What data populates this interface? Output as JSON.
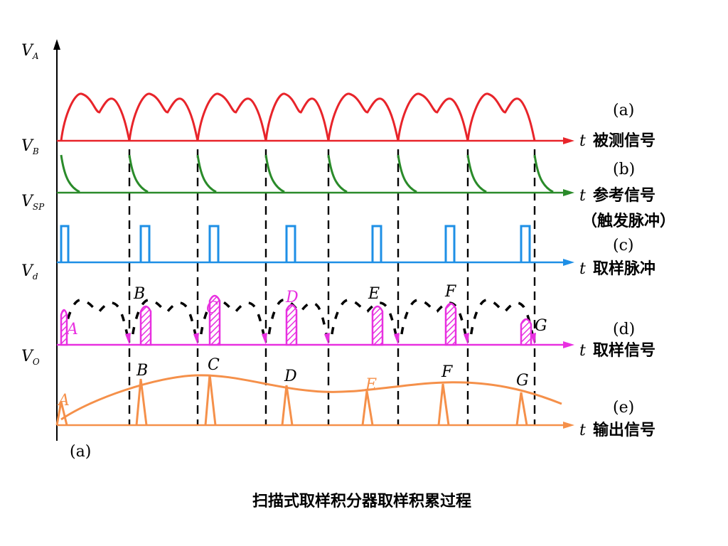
{
  "axes": {
    "y_labels": [
      {
        "main": "V",
        "sub": "A"
      },
      {
        "main": "V",
        "sub": "B"
      },
      {
        "main": "V",
        "sub": "SP"
      },
      {
        "main": "V",
        "sub": "d"
      },
      {
        "main": "V",
        "sub": "O"
      }
    ],
    "time_symbol": "t"
  },
  "traces": [
    {
      "id": "a",
      "tag": "(a)",
      "label": "被测信号",
      "color": "#e8242a"
    },
    {
      "id": "b",
      "tag": "(b)",
      "label": "参考信号",
      "label2": "（触发脉冲）",
      "color": "#2a8b2a"
    },
    {
      "id": "c",
      "tag": "(c)",
      "label": "取样脉冲",
      "color": "#1e8fe6"
    },
    {
      "id": "d",
      "tag": "(d)",
      "label": "取样信号",
      "color": "#e830e0"
    },
    {
      "id": "e",
      "tag": "(e)",
      "label": "输出信号",
      "color": "#f5904a"
    }
  ],
  "sample_points_d": [
    "A",
    "B",
    "C",
    "D",
    "E",
    "F",
    "G"
  ],
  "sample_points_e": [
    "A",
    "B",
    "C",
    "D",
    "E",
    "F",
    "G"
  ],
  "figure_tag": "(a)",
  "caption": "扫描式取样积分器取样积累过程"
}
